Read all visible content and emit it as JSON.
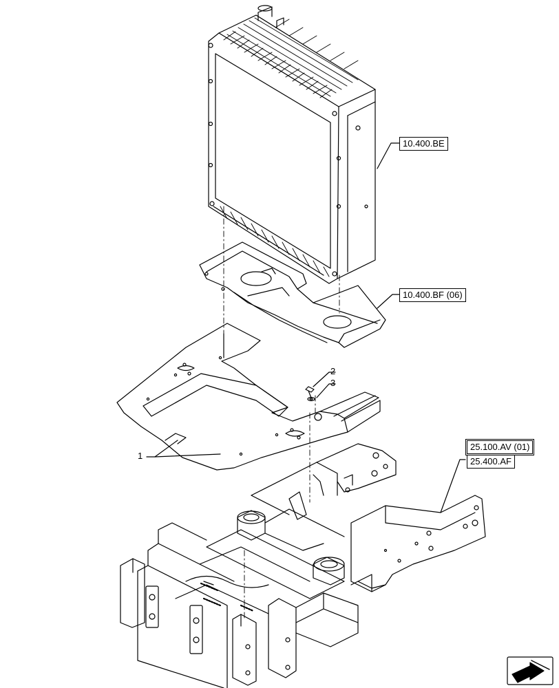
{
  "references": {
    "radiator": "10.400.BE",
    "shroud": "10.400.BF (06)",
    "frame_a": "25.100.AV (01)",
    "frame_b": "25.400.AF"
  },
  "callouts": {
    "item1": "1",
    "item2": "2",
    "item3": "3"
  },
  "icons": {
    "nav": "next-page-arrow-icon"
  }
}
